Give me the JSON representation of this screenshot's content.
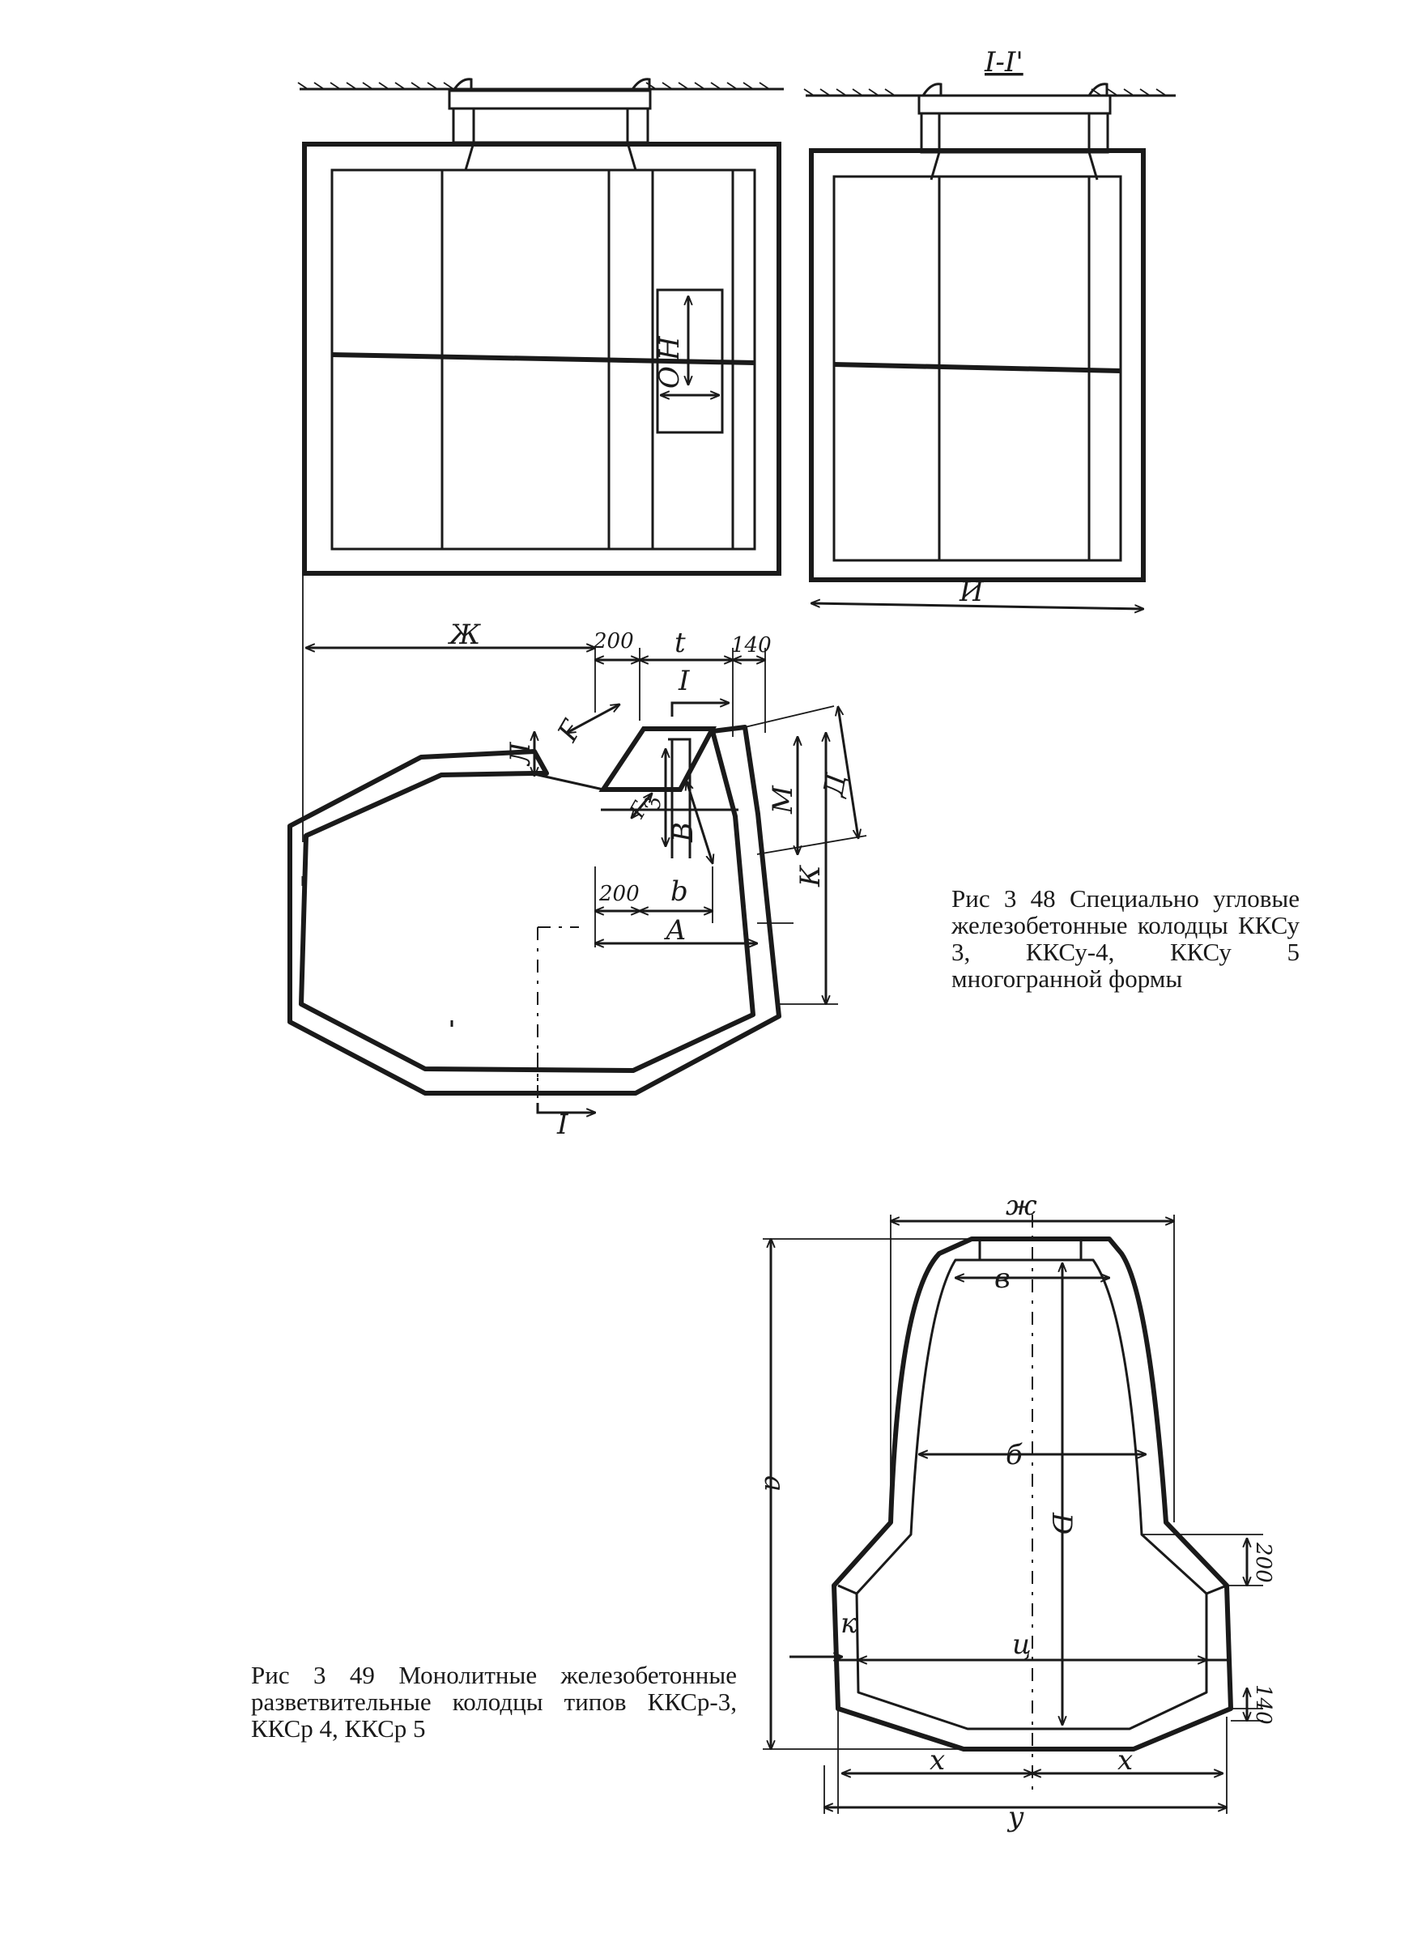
{
  "figure_348": {
    "caption": "Рис 3 48 Специально угловые железобетонные колодцы ККСу 3, ККСу-4, ККСу 5 многогранной формы",
    "section_label": "I-I'",
    "dimension_labels": {
      "zh": "Ж",
      "d200_top": "200",
      "t": "t",
      "d140": "140",
      "section_mark_top": "I",
      "section_mark_bottom": "I",
      "l": "Л",
      "g": "Г",
      "g_inner": "Г",
      "z": "З",
      "v": "В",
      "m": "М",
      "d": "Д",
      "k": "К",
      "d200_bottom": "200",
      "b": "b",
      "a": "А",
      "n": "Н",
      "o": "О",
      "i": "И"
    }
  },
  "figure_349": {
    "caption": "Рис 3 49 Монолитные железобетонные разветвительные колодцы типов ККСр-3, ККСр 4, ККСр 5",
    "dimension_labels": {
      "zh": "ж",
      "v": "в",
      "b": "б",
      "d": "D",
      "a": "а",
      "k": "к",
      "ts": "ц",
      "d200": "200",
      "d140": "140",
      "x_left": "х",
      "x_right": "х",
      "u": "у"
    }
  }
}
